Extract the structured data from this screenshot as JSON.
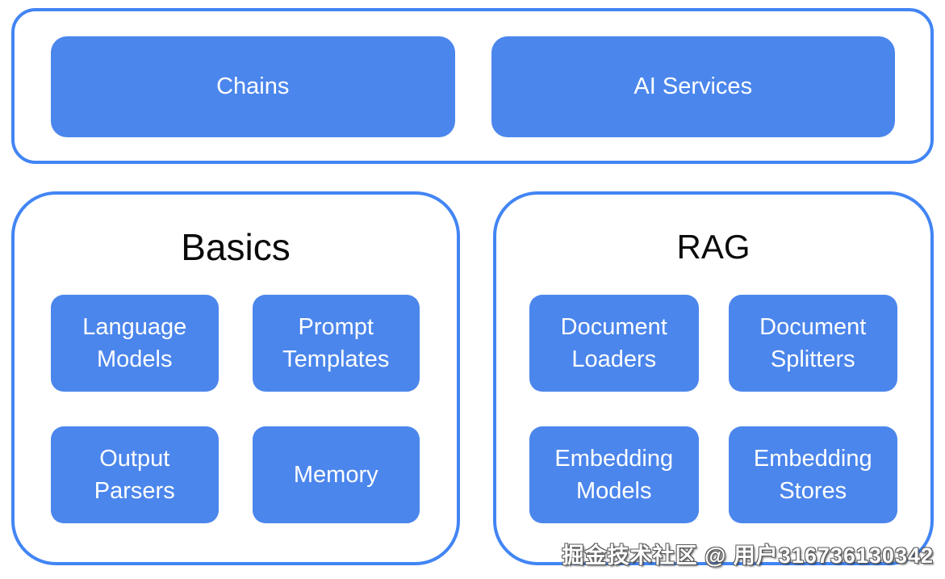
{
  "colors": {
    "panel_border": "#4285F4",
    "box_fill": "#4B86EC",
    "box_text": "#FFFFFF",
    "title_text": "#0A0A0A"
  },
  "top_group": {
    "boxes": [
      {
        "label": "Chains"
      },
      {
        "label": "AI Services"
      }
    ]
  },
  "groups": [
    {
      "title": "Basics",
      "boxes": [
        {
          "label": "Language Models"
        },
        {
          "label": "Prompt Templates"
        },
        {
          "label": "Output Parsers"
        },
        {
          "label": "Memory"
        }
      ]
    },
    {
      "title": "RAG",
      "boxes": [
        {
          "label": "Document Loaders"
        },
        {
          "label": "Document Splitters"
        },
        {
          "label": "Embedding Models"
        },
        {
          "label": "Embedding Stores"
        }
      ]
    }
  ],
  "watermark": {
    "text": "掘金技术社区 @ 用户316736130342"
  }
}
